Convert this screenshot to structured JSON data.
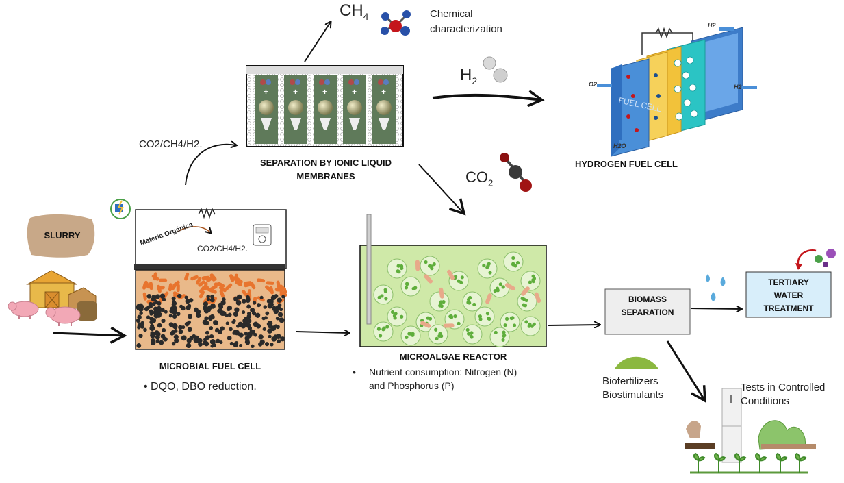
{
  "labels": {
    "ch4": "CH",
    "ch4_sub": "4",
    "chemical_characterization": "Chemical characterization",
    "h2": "H",
    "h2_sub": "2",
    "co2": "CO",
    "co2_sub": "2",
    "gas_mix_top": "CO2/CH4/H2.",
    "separation": "SEPARATION BY IONIC LIQUID MEMBRANES",
    "hydrogen_fuel_cell": "HYDROGEN FUEL CELL",
    "fuel_cell_text": "FUEL CELL",
    "o2": "O2",
    "h2_in": "H2",
    "h2_out": "H2",
    "h2o": "H2O",
    "slurry": "SLURRY",
    "materia_organica": "Materia Orgánica",
    "gas_mix_mfc": "CO2/CH4/H2.",
    "mfc_title": "MICROBIAL FUEL CELL",
    "mfc_bullet": "• DQO, DBO reduction.",
    "reactor_title": "MICROALGAE REACTOR",
    "reactor_bullet_1": "Nutrient consumption: Nitrogen (N)",
    "reactor_bullet_2": "and Phosphorus (P)",
    "biomass_separation": "BIOMASS SEPARATION",
    "tertiary": "TERTIARY WATER TREATMENT",
    "biofertilizers": "Biofertilizers",
    "biostimulants": "Biostimulants",
    "tests_1": "Tests in Controlled",
    "tests_2": "Conditions"
  },
  "colors": {
    "arrow": "#111111",
    "mfc_bed": "#e9b98a",
    "bacteria": "#e8742e",
    "granules": "#2a2a2a",
    "reactor_bg": "#cfe9a8",
    "algae_cell": "#5fae3c",
    "tertiary_bg": "#d8eefa",
    "biomass_bg": "#eeeeee",
    "slurry": "#c8a888",
    "membrane_bg": "#5f7a5a",
    "fuel_cell_blue": "#4a8fd8",
    "fuel_cell_yellow": "#f2c23a",
    "fuel_cell_cyan": "#2bc4c4"
  },
  "icons": [
    "molecule-ch4-icon",
    "molecule-h2-icon",
    "molecule-co2-icon",
    "plug-icon",
    "meter-icon",
    "barn-icon",
    "pig-icon",
    "water-drops-icon",
    "pathogen-icon",
    "powder-pile-icon",
    "refrigerator-icon",
    "plant-icon"
  ]
}
